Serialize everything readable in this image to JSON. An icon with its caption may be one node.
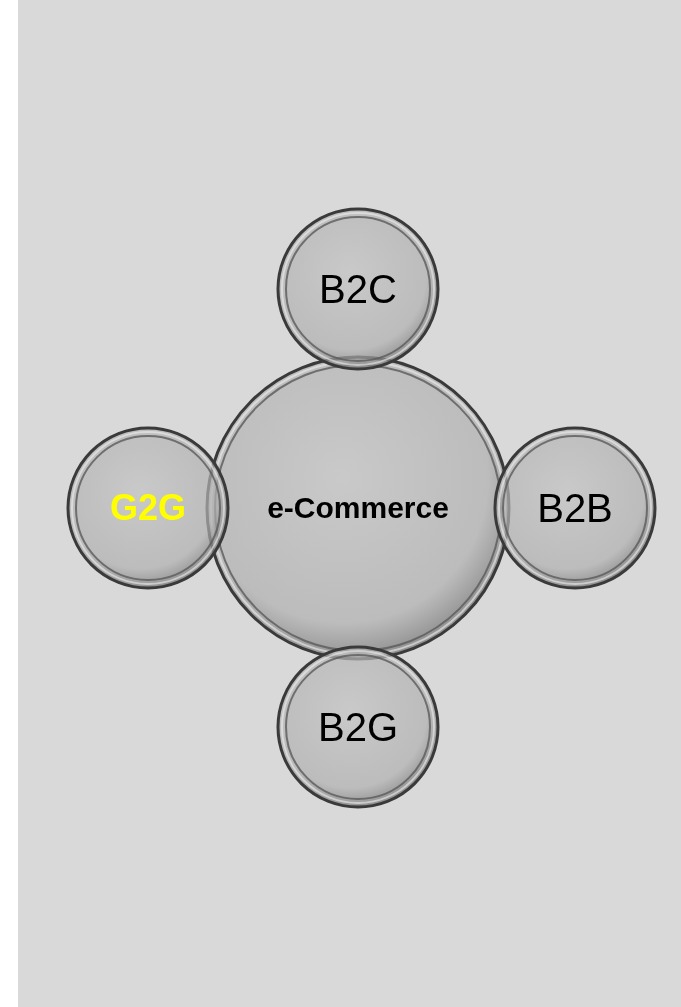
{
  "diagram": {
    "nodes": [
      {
        "text": [
          "B2C"
        ]
      },
      {
        "text": [
          "G2G"
        ]
      },
      {
        "text": [
          "e-Commerce"
        ]
      },
      {
        "text": [
          "B2B"
        ]
      },
      {
        "text": [
          "B2G"
        ]
      }
    ]
  }
}
